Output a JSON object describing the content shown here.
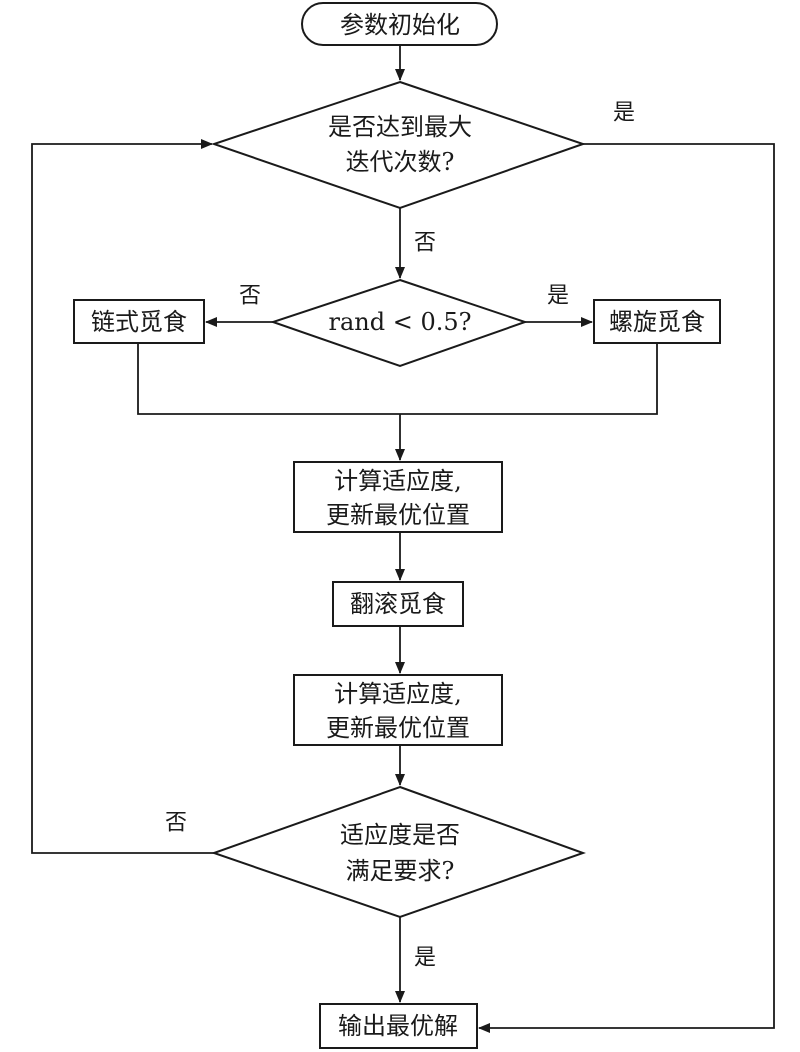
{
  "nodes": {
    "init": "参数初始化",
    "max_iter_line1": "是否达到最大",
    "max_iter_line2": "迭代次数?",
    "chain": "链式觅食",
    "rand_check": "rand < 0.5?",
    "spiral": "螺旋觅食",
    "fitness1_line1": "计算适应度,",
    "fitness1_line2": "更新最优位置",
    "somersault": "翻滚觅食",
    "fitness2_line1": "计算适应度,",
    "fitness2_line2": "更新最优位置",
    "satisfy_line1": "适应度是否",
    "satisfy_line2": "满足要求?",
    "output": "输出最优解"
  },
  "edges": {
    "max_iter_yes": "是",
    "max_iter_no": "否",
    "rand_no": "否",
    "rand_yes": "是",
    "satisfy_no": "否",
    "satisfy_yes": "是"
  }
}
